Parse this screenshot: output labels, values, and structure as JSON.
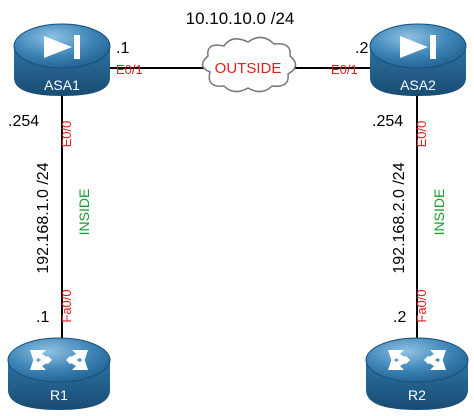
{
  "outside_network": "10.10.10.0 /24",
  "outside_label": "OUTSIDE",
  "asa1": {
    "name": "ASA1",
    "outside_ip": ".1",
    "outside_if": "E0/1",
    "inside_ip": ".254",
    "inside_if": "E0/0",
    "inside_network": "192.168.1.0 /24",
    "inside_label": "INSIDE"
  },
  "asa2": {
    "name": "ASA2",
    "outside_ip": ".2",
    "outside_if": "E0/1",
    "inside_ip": ".254",
    "inside_if": "E0/0",
    "inside_network": "192.168.2.0 /24",
    "inside_label": "INSIDE"
  },
  "r1": {
    "name": "R1",
    "ip": ".1",
    "interface": "Fa0/0"
  },
  "r2": {
    "name": "R2",
    "ip": ".2",
    "interface": "Fa0/0"
  },
  "colors": {
    "device_blue": "#3f86b8",
    "interface_red": "#e0201c",
    "zone_green": "#1a9c2e"
  }
}
